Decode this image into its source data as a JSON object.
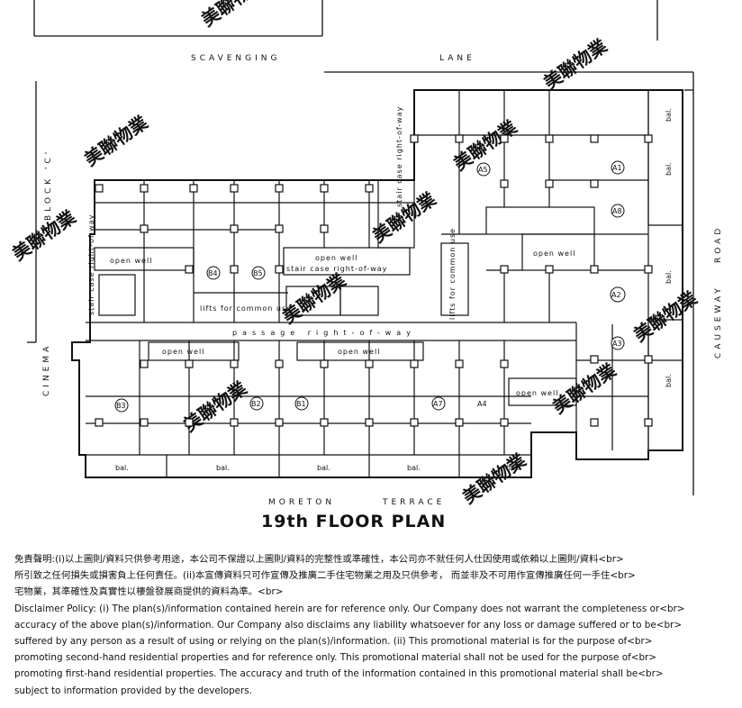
{
  "plan": {
    "title": "19th FLOOR PLAN",
    "streets": {
      "top_left": "SCAVENGING",
      "top_right": "LANE",
      "bottom_left": "MORETON",
      "bottom_right": "TERRACE",
      "left_block": "BLOCK 'C'",
      "left_cinema": "CINEMA",
      "right_road": "ROAD",
      "right_causeway": "CAUSEWAY"
    },
    "labels": {
      "open_well_1": "open well",
      "open_well_2": "open well",
      "open_well_3": "open well",
      "open_well_4": "open well",
      "open_well_5": "open well",
      "open_well_6": "open well",
      "stair_right_of_way_horizontal": "stair case right-of-way",
      "stair_right_of_way_left": "stair case right-of-way",
      "stair_right_of_way_top": "stair case right-of-way",
      "lifts_left": "lifts for common use",
      "lifts_right": "lifts for common use",
      "passage": "passage  right-of-way",
      "bal": "bal."
    },
    "units": {
      "a5": "A5",
      "a8": "A8",
      "a1": "A1",
      "a2": "A2",
      "a3": "A3",
      "a4": "A4",
      "a7": "A7",
      "b1": "B1",
      "b2": "B2",
      "b3": "B3",
      "b4": "B4",
      "b5": "B5"
    },
    "watermark": "美聯物業"
  },
  "disclaimer": {
    "zh_line1": "免責聲明:(i)以上圖則/資料只供參考用途，本公司不保證以上圖則/資料的完整性或準確性，本公司亦不就任何人仕因使用或依賴以上圖則/資料<br>",
    "zh_line2": "所引致之任何損失或損害負上任何責任。(ii)本宣傳資料只可作宣傳及推廣二手住宅物業之用及只供參考， 而並非及不可用作宣傳推廣任何一手住<br>",
    "zh_line3": "宅物業，其準確性及真實性以樓盤發展商提供的資料為準。<br>",
    "en_line1": "Disclaimer Policy: (i) The plan(s)/information contained herein are for reference only. Our Company does not warrant the completeness or<br>",
    "en_line2": "accuracy of the above plan(s)/information. Our Company also disclaims any liability whatsoever for any loss or damage suffered or to be<br>",
    "en_line3": "suffered by any person as a result of using or relying on the plan(s)/information. (ii) This promotional material is for the purpose of<br>",
    "en_line4": "promoting second-hand residential properties and for reference only. This promotional material shall not be used for the purpose of<br>",
    "en_line5": "promoting first-hand residential properties. The accuracy and truth of the information contained in this promotional material shall be<br>",
    "en_line6": "subject to information provided by the developers."
  }
}
